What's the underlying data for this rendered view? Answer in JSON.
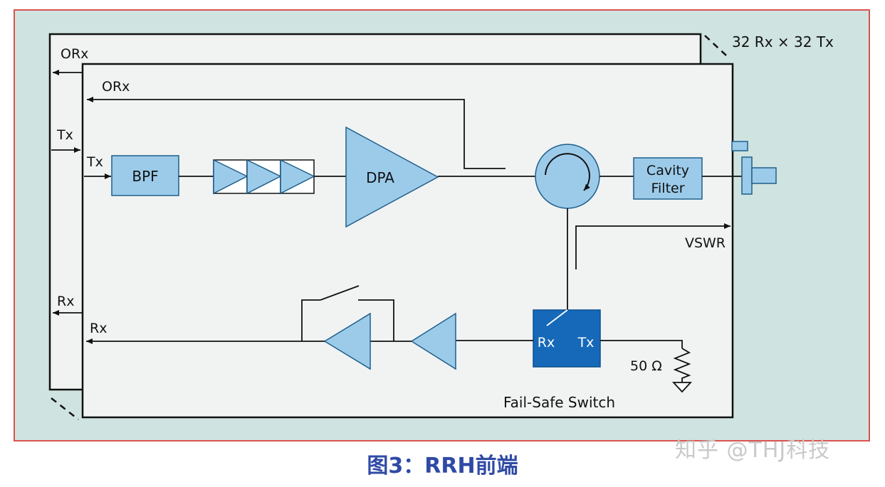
{
  "colors": {
    "background_panel": "#cfe3e0",
    "panel_border": "#d9534f",
    "card_fill": "#f1f3f3",
    "block_fill": "#9ccbea",
    "block_stroke": "#1f5f8b",
    "switch_fill": "#1569b8",
    "caption": "#2f4aa5",
    "watermark": "#c9c9c9"
  },
  "labels": {
    "array_size": "32 Rx × 32 Tx",
    "back_orx": "ORx",
    "back_tx": "Tx",
    "back_rx": "Rx",
    "orx": "ORx",
    "tx": "Tx",
    "rx": "Rx",
    "bpf": "BPF",
    "dpa": "DPA",
    "cavity_filter_line1": "Cavity",
    "cavity_filter_line2": "Filter",
    "vswr": "VSWR",
    "switch_rx": "Rx",
    "switch_tx": "Tx",
    "load": "50 Ω",
    "fail_safe_switch": "Fail-Safe Switch"
  },
  "caption": "图3：RRH前端",
  "watermark": "知乎 @THJ科技"
}
